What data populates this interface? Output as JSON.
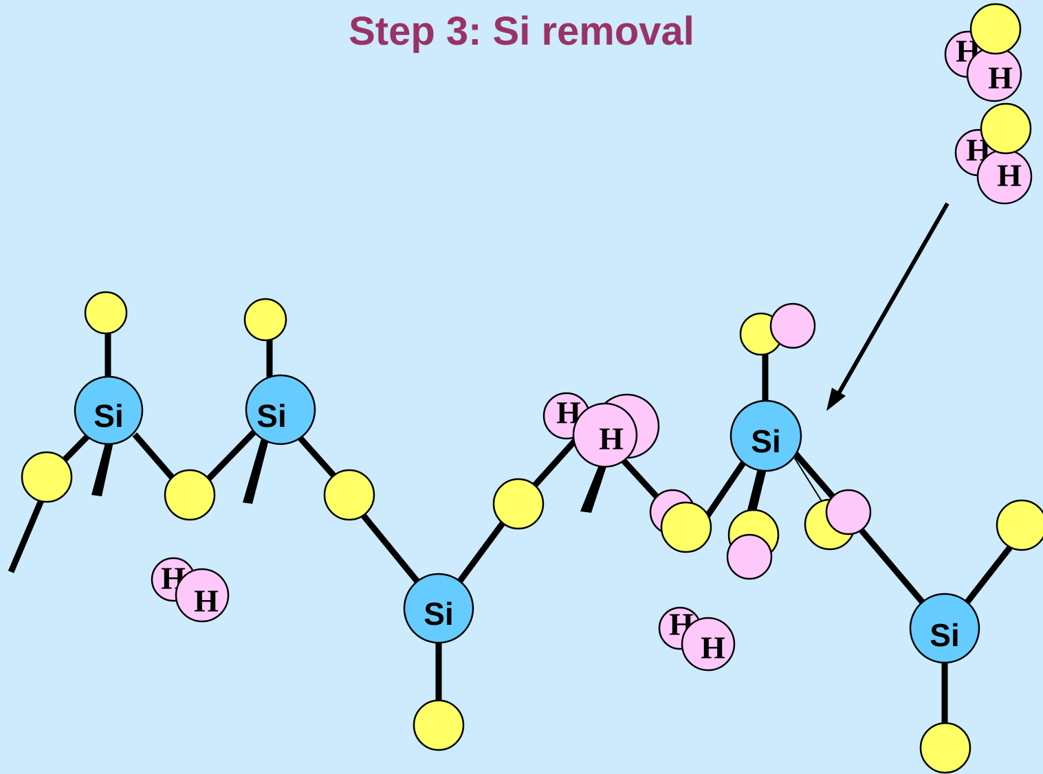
{
  "title": "Step 3: Si removal",
  "labels": {
    "silicon": "Si",
    "hydrogen": "H"
  },
  "colors": {
    "background": "#cdebfd",
    "title": "#993366",
    "silicon": "#66ccff",
    "oxygen": "#ffff66",
    "hydrogen": "#ffc8fa"
  }
}
